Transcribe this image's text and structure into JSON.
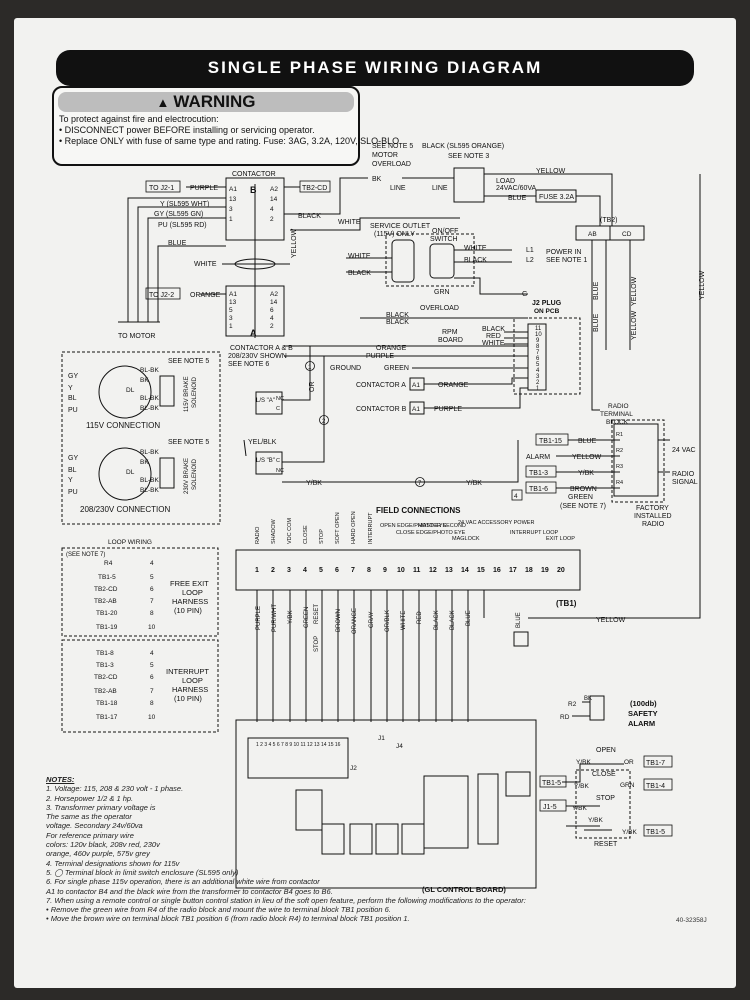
{
  "banner": {
    "title": "SINGLE PHASE WIRING DIAGRAM"
  },
  "warning": {
    "title": "WARNING",
    "lines": [
      "To protect against fire and electrocution:",
      "• DISCONNECT power BEFORE installing or servicing operator.",
      "• Replace ONLY with fuse of same type and rating. Fuse: 3AG, 3.2A, 120V, SLO-BLO"
    ]
  },
  "contactor": {
    "label": "CONTACTOR",
    "b_label": "B",
    "a_label": "A",
    "caption": [
      "CONTACTOR A & B",
      "208/230V SHOWN",
      "SEE NOTE 6"
    ],
    "top_left": [
      "A1",
      "13",
      "3",
      "1"
    ],
    "top_right": [
      "A2",
      "14",
      "4",
      "2"
    ],
    "bot_left": [
      "A1",
      "13",
      "5",
      "3",
      "1"
    ],
    "bot_right": [
      "A2",
      "14",
      "6",
      "4",
      "2"
    ],
    "to_j2_1": "TO J2-1",
    "to_j2_2": "TO J2-2",
    "purple": "PURPLE",
    "orange": "ORANGE",
    "tb2_cd": "TB2-CD",
    "y_wht": "Y (SL595 WHT)",
    "gy_gn": "GY (SL595 GN)",
    "pu_rd": "PU (SL595 RD)",
    "blue": "BLUE",
    "white": "WHITE",
    "yellow": "YELLOW",
    "to_motor": "TO MOTOR"
  },
  "top": {
    "see_note5": "SEE NOTE 5",
    "motor": "MOTOR",
    "overload": "OVERLOAD",
    "bk": "BK",
    "line1": "LINE",
    "line2": "LINE",
    "black_sl595": "BLACK (SL595 ORANGE)",
    "see_note3": "SEE NOTE 3",
    "load": "LOAD",
    "load_v": "24VAC/60VA",
    "yellow": "YELLOW",
    "blue": "BLUE",
    "fuse": "FUSE 3.2A",
    "black": "BLACK",
    "white": "WHITE",
    "service_outlet": "SERVICE OUTLET",
    "service_only": "(115V) ONLY",
    "onoff": "ON/OFF",
    "switch": "SWITCH",
    "white2": "WHITE",
    "black2": "BLACK",
    "white3": "WHITE",
    "black3": "BLACK",
    "grn": "GRN",
    "g": "G",
    "l1": "L1",
    "l2": "L2",
    "power_in": "POWER IN",
    "power_note": "SEE NOTE 1",
    "tb2": "(TB2)",
    "ab": "AB",
    "cd": "CD",
    "blue_v": "BLUE",
    "blue_v2": "BLUE",
    "yellow_v": "YELLOW",
    "yellow_v2": "YELLOW",
    "yellow_v3": "YELLOW"
  },
  "j2": {
    "overload": "OVERLOAD",
    "black": "BLACK",
    "black2": "BLACK",
    "plug": "J2 PLUG",
    "plug2": "ON PCB",
    "rpm": "RPM",
    "board": "BOARD",
    "black3": "BLACK",
    "red": "RED",
    "white": "WHITE",
    "pins": [
      "11",
      "10",
      "9",
      "8",
      "7",
      "6",
      "5",
      "4",
      "3",
      "2",
      "1"
    ],
    "orange": "ORANGE",
    "purple": "PURPLE",
    "ground": "GROUND",
    "green": "GREEN",
    "contactor_a": "CONTACTOR A",
    "contactor_b": "CONTACTOR B",
    "a1": "A1",
    "a1b": "A1",
    "orange2": "ORANGE",
    "purple2": "PURPLE",
    "or": "OR",
    "yel_blk": "YEL/BLK",
    "ls_a": "L/S \"A\"",
    "ls_b": "L/S \"B\"",
    "nc": "NC",
    "c": "C",
    "c2": "C",
    "nc2": "NC",
    "yb1": "Y/BK",
    "yb2": "Y/BK",
    "circ1": "1",
    "circ2": "2",
    "circ7": "7"
  },
  "radio": {
    "title": [
      "RADIO",
      "TERMINAL",
      "BLOCK"
    ],
    "tb1_15": "TB1-15",
    "alarm": "ALARM",
    "tb1_3": "TB1-3",
    "tb1_6": "TB1-6",
    "blue": "BLUE",
    "yellow": "YELLOW",
    "ybk": "Y/BK",
    "brown": "BROWN",
    "green": "GREEN",
    "see_note7": "(SEE NOTE 7)",
    "num4": "4",
    "r1": "R1",
    "r2": "R2",
    "r3": "R3",
    "r4": "R4",
    "vac24": "24 VAC",
    "radio_signal": [
      "RADIO",
      "SIGNAL"
    ],
    "factory": [
      "FACTORY",
      "INSTALLED",
      "RADIO"
    ]
  },
  "connection115": {
    "see_note5": "SEE NOTE 5",
    "label": "115V CONNECTION",
    "left": [
      "GY",
      "Y",
      "BL",
      "PU"
    ],
    "right": [
      "BL-BK",
      "BK",
      "BL-BK",
      "BL-BK"
    ],
    "brake": [
      "115V BRAKE",
      "SOLENOID"
    ],
    "dl": "DL"
  },
  "connection208": {
    "see_note5": "SEE NOTE 5",
    "label": "208/230V CONNECTION",
    "left": [
      "GY",
      "BL",
      "Y",
      "PU"
    ],
    "right": [
      "BL-BK",
      "BK",
      "BL-BK",
      "BL-BK"
    ],
    "brake": [
      "230V BRAKE",
      "SOLENOID"
    ],
    "dl": "DL"
  },
  "field": {
    "title": "FIELD CONNECTIONS",
    "headers": [
      "RADIO",
      "SHADOW",
      "VDC COM",
      "CLOSE",
      "STOP",
      "SOFT OPEN",
      "HARD OPEN",
      "INTERRUPT",
      "OPEN EDGE/PHOTO EYE",
      "CLOSE EDGE/PHOTO EYE",
      "MASTER SECOND",
      "MAGLOCK",
      "24 VAC ACCESSORY POWER",
      "INTERRUPT LOOP",
      "EXIT LOOP"
    ],
    "numbers": [
      "1",
      "2",
      "3",
      "4",
      "5",
      "6",
      "7",
      "8",
      "9",
      "10",
      "11",
      "12",
      "13",
      "14",
      "15",
      "16",
      "17",
      "18",
      "19",
      "20"
    ],
    "tb1": "(TB1)",
    "wires": [
      "PURPLE",
      "PUR/WHT",
      "Y/BK",
      "GREEN",
      "RESET",
      "STOP",
      "BROWN",
      "ORANGE",
      "GRAY",
      "OR/BLK",
      "WHITE",
      "RED",
      "BLACK",
      "BLACK",
      "BLUE",
      "BLUE"
    ],
    "yellow": "YELLOW"
  },
  "loop": {
    "title": "LOOP WIRING",
    "see_note7": "(SEE NOTE 7)",
    "group1_labels": [
      "R4",
      "TB1-5",
      "TB2-CD",
      "TB2-AB",
      "TB1-20",
      "TB1-19"
    ],
    "group1_pins": [
      "4",
      "5",
      "6",
      "7",
      "8",
      "10"
    ],
    "group1_title": [
      "FREE EXIT",
      "LOOP",
      "HARNESS",
      "(10 PIN)"
    ],
    "group2_labels": [
      "TB1-8",
      "TB1-3",
      "TB2-CD",
      "TB2-AB",
      "TB1-18",
      "TB1-17"
    ],
    "group2_pins": [
      "4",
      "5",
      "6",
      "7",
      "8",
      "10"
    ],
    "group2_title": [
      "INTERRUPT",
      "LOOP",
      "HARNESS",
      "(10 PIN)"
    ]
  },
  "alarm": {
    "r2": "R2",
    "bk": "BK",
    "rd": "RD",
    "title": [
      "(100db)",
      "SAFETY",
      "ALARM"
    ]
  },
  "stations": {
    "open": "OPEN",
    "close": "CLOSE",
    "stop": "STOP",
    "reset": "RESET",
    "ybk1": "Y/BK",
    "ybk2": "Y/BK",
    "ybk3": "Y/BK",
    "ybk4": "Y/BK",
    "ybk5": "Y/BK",
    "or": "OR",
    "grn": "GRN",
    "tb1_7": "TB1-7",
    "tb1_4": "TB1-4",
    "tb1_5a": "TB1-5",
    "j1_5": "J1-5",
    "tb1_5b": "TB1-5"
  },
  "board": {
    "title": "(GL CONTROL BOARD)",
    "j1": "J1",
    "j2": "J2",
    "j4": "J4",
    "pinnums": "1 2 3 4 5 6 7 8 9 10 11 12 13 14 15 16"
  },
  "notes": {
    "title": "NOTES:",
    "items": [
      "1. Voltage: 115, 208 & 230 volt - 1 phase.",
      "2. Horsepower 1/2 & 1 hp.",
      "3. Transformer primary voltage is",
      "    The same as the operator",
      "    voltage. Secondary 24v/60va",
      "    For reference primary wire",
      "    colors: 120v black, 208v red, 230v",
      "    orange, 460v purple, 575v grey",
      "4. Terminal designations shown for 115v",
      "5. ◯ Terminal block in limit switch enclosure (SL595 only)",
      "6. For single phase 115v operation, there is an additional white wire from contactor",
      "    A1 to contactor B4 and the black wire from the transformer to contactor B4 goes to B6.",
      "7. When using a remote control or single button control station in lieu of the soft open feature, perform the following modifications to the operator:",
      "    • Remove the green wire from R4 of the radio block and mount the wire to terminal block TB1 position 6.",
      "    • Move the brown wire on terminal block TB1 position 6 (from radio block R4) to terminal block TB1 position 1."
    ]
  },
  "docnum": "40-32358J"
}
